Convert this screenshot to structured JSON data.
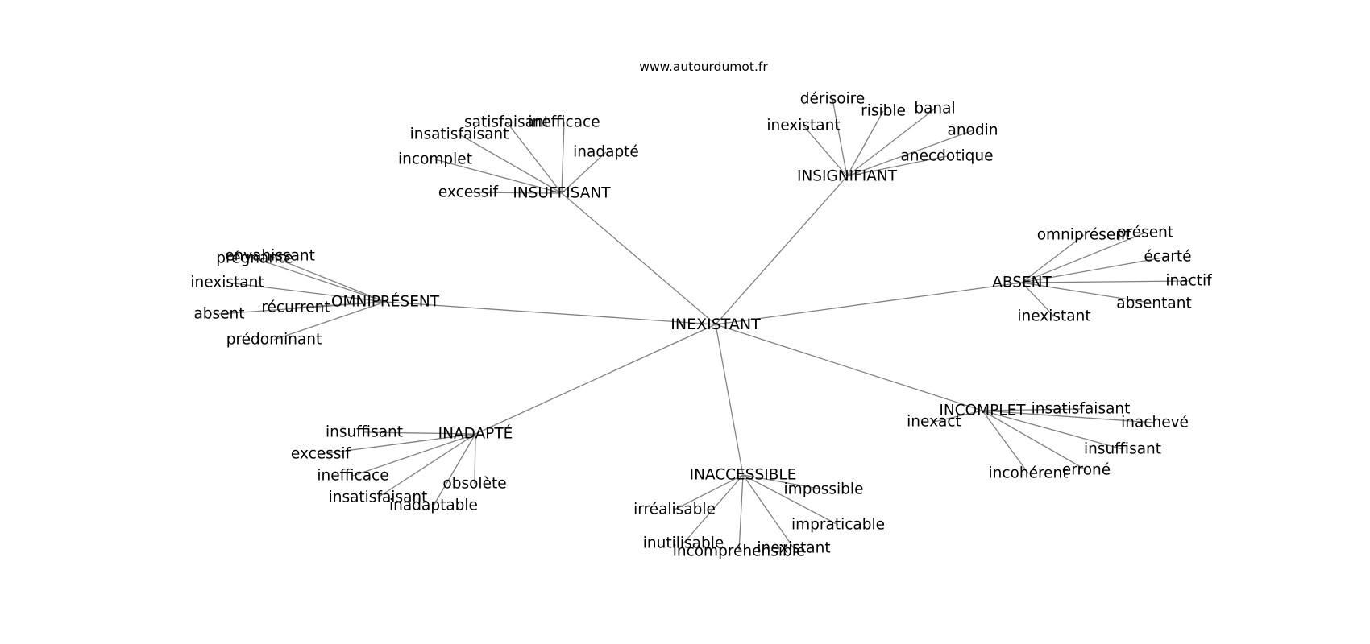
{
  "site": "www.autourdumot.fr",
  "center": "INEXISTANT",
  "groups": [
    {
      "hub": "INSUFFISANT",
      "words": [
        "satisfaisant",
        "inefficace",
        "insatisfaisant",
        "inadapté",
        "incomplet",
        "excessif"
      ]
    },
    {
      "hub": "INSIGNIFIANT",
      "words": [
        "dérisoire",
        "risible",
        "banal",
        "inexistant",
        "anodin",
        "anecdotique"
      ]
    },
    {
      "hub": "OMNIPRÉSENT",
      "words": [
        "envahissant",
        "prégnante",
        "inexistant",
        "récurrent",
        "absent",
        "prédominant"
      ]
    },
    {
      "hub": "ABSENT",
      "words": [
        "omniprésent",
        "présent",
        "écarté",
        "inactif",
        "absentant",
        "inexistant"
      ]
    },
    {
      "hub": "INADAPTÉ",
      "words": [
        "insuffisant",
        "excessif",
        "inefficace",
        "insatisfaisant",
        "obsolète",
        "inadaptable"
      ]
    },
    {
      "hub": "INCOMPLET",
      "words": [
        "insatisfaisant",
        "inexact",
        "inachevé",
        "insuffisant",
        "erroné",
        "incohérent"
      ]
    },
    {
      "hub": "INACCESSIBLE",
      "words": [
        "impossible",
        "irréalisable",
        "impraticable",
        "inutilisable",
        "incompréhensible",
        "inexistant"
      ]
    }
  ]
}
